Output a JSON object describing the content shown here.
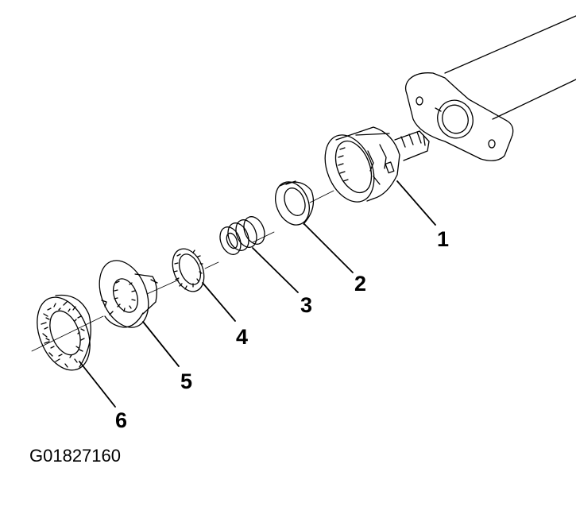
{
  "figure": {
    "reference_code": "G01827160",
    "callouts": [
      {
        "id": "1",
        "label": "1"
      },
      {
        "id": "2",
        "label": "2"
      },
      {
        "id": "3",
        "label": "3"
      },
      {
        "id": "4",
        "label": "4"
      },
      {
        "id": "5",
        "label": "5"
      },
      {
        "id": "6",
        "label": "6"
      }
    ]
  }
}
